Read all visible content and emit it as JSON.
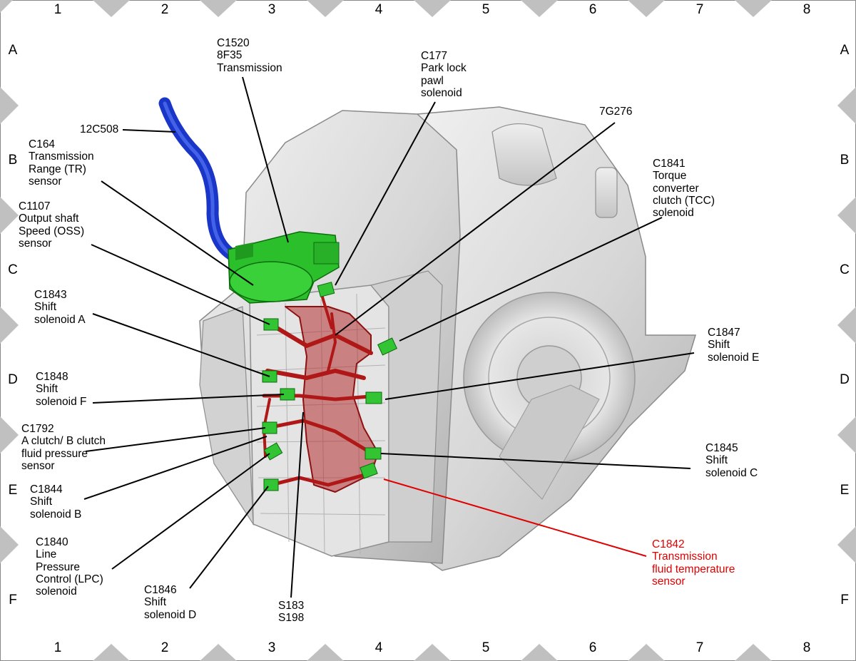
{
  "grid": {
    "columns": [
      "1",
      "2",
      "3",
      "4",
      "5",
      "6",
      "7",
      "8"
    ],
    "rows": [
      "A",
      "B",
      "C",
      "D",
      "E",
      "F"
    ]
  },
  "callouts": [
    {
      "id": "12C508",
      "lines": [
        "12C508"
      ]
    },
    {
      "id": "C1520",
      "lines": [
        "C1520",
        "8F35",
        "Transmission"
      ]
    },
    {
      "id": "C177",
      "lines": [
        "C177",
        "Park lock",
        "pawl",
        "solenoid"
      ]
    },
    {
      "id": "7G276",
      "lines": [
        "7G276"
      ]
    },
    {
      "id": "C164",
      "lines": [
        "C164",
        "Transmission",
        "Range (TR)",
        "sensor"
      ]
    },
    {
      "id": "C1841",
      "lines": [
        "C1841",
        "Torque",
        "converter",
        "clutch (TCC)",
        "solenoid"
      ]
    },
    {
      "id": "C1107",
      "lines": [
        "C1107",
        "Output shaft",
        "Speed (OSS)",
        "sensor"
      ]
    },
    {
      "id": "C1843",
      "lines": [
        "C1843",
        "Shift",
        "solenoid A"
      ]
    },
    {
      "id": "C1847",
      "lines": [
        "C1847",
        "Shift",
        "solenoid E"
      ]
    },
    {
      "id": "C1848",
      "lines": [
        "C1848",
        "Shift",
        "solenoid F"
      ]
    },
    {
      "id": "C1792",
      "lines": [
        "C1792",
        "A clutch/ B clutch",
        "fluid pressure",
        "sensor"
      ]
    },
    {
      "id": "C1845",
      "lines": [
        "C1845",
        "Shift",
        "solenoid C"
      ]
    },
    {
      "id": "C1844",
      "lines": [
        "C1844",
        "Shift",
        "solenoid B"
      ]
    },
    {
      "id": "C1840",
      "lines": [
        "C1840",
        "Line",
        "Pressure",
        "Control (LPC)",
        "solenoid"
      ]
    },
    {
      "id": "C1842",
      "lines": [
        "C1842",
        "Transmission",
        "fluid temperature",
        "sensor"
      ],
      "highlight": true
    },
    {
      "id": "C1846",
      "lines": [
        "C1846",
        "Shift",
        "solenoid D"
      ]
    },
    {
      "id": "S183",
      "lines": [
        "S183",
        "S198"
      ]
    }
  ],
  "colors": {
    "housing": "#d9d9d9",
    "harness": "#b22020",
    "connector": "#2eb82e",
    "hose": "#1f3fd6",
    "highlight": "#e00000",
    "grid_marker": "#c0c0c0"
  }
}
